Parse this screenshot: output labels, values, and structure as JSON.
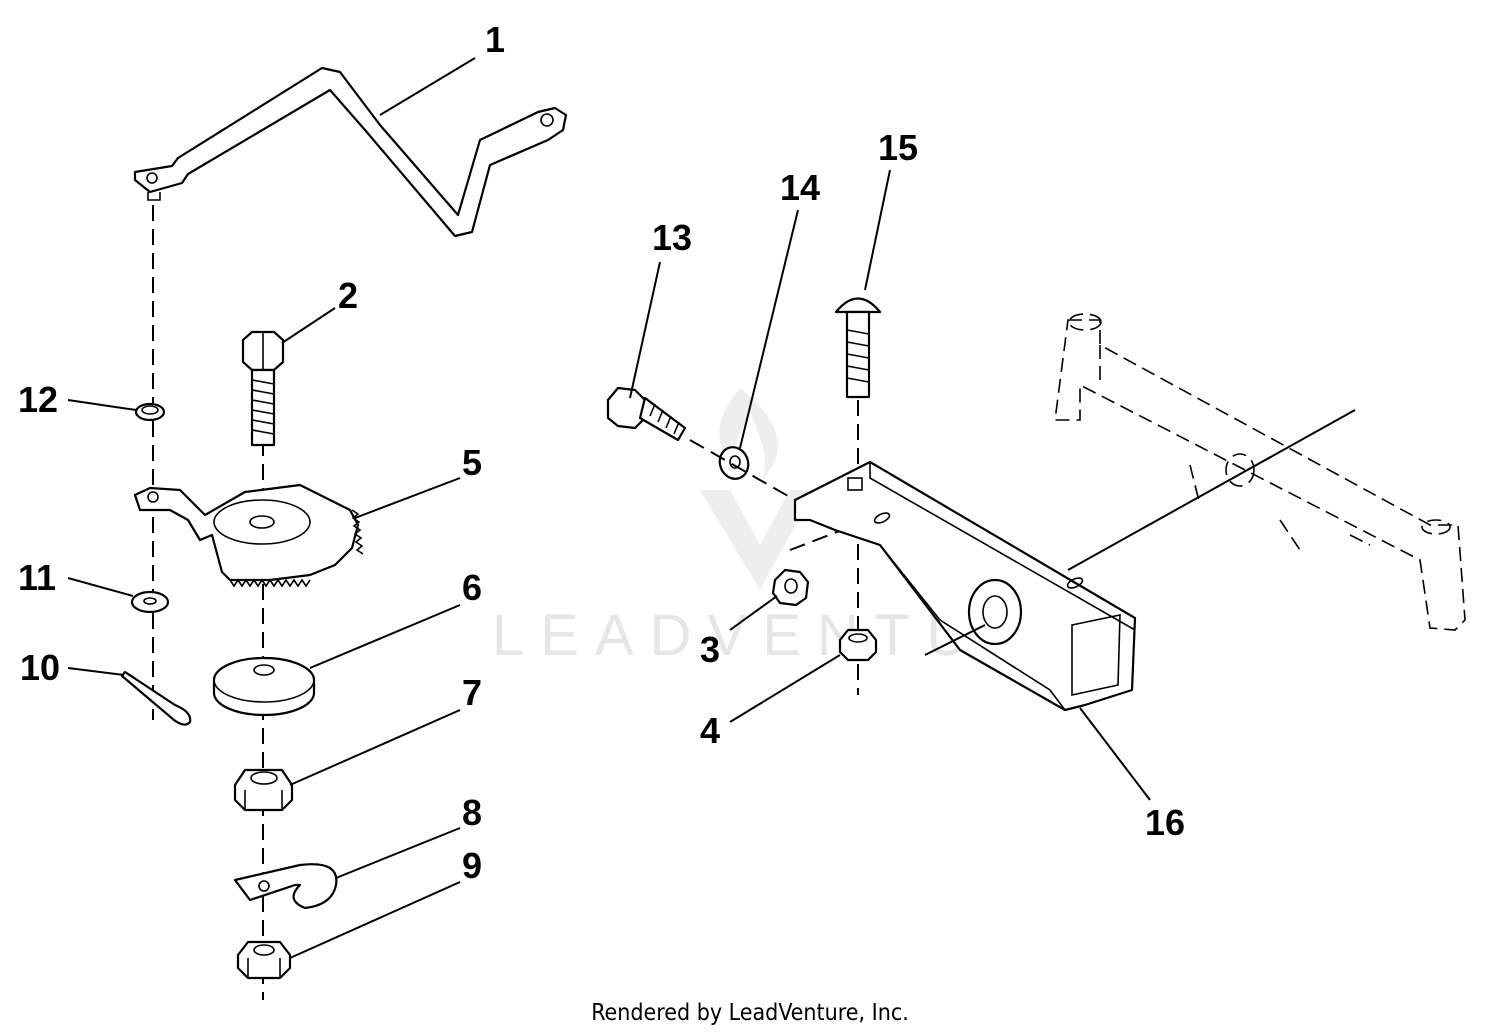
{
  "diagram": {
    "callouts": [
      {
        "id": "1",
        "label": "1"
      },
      {
        "id": "2",
        "label": "2"
      },
      {
        "id": "3",
        "label": "3"
      },
      {
        "id": "4",
        "label": "4"
      },
      {
        "id": "5",
        "label": "5"
      },
      {
        "id": "6",
        "label": "6"
      },
      {
        "id": "7",
        "label": "7"
      },
      {
        "id": "8",
        "label": "8"
      },
      {
        "id": "9",
        "label": "9"
      },
      {
        "id": "10",
        "label": "10"
      },
      {
        "id": "11",
        "label": "11"
      },
      {
        "id": "12",
        "label": "12"
      },
      {
        "id": "13",
        "label": "13"
      },
      {
        "id": "14",
        "label": "14"
      },
      {
        "id": "15",
        "label": "15"
      },
      {
        "id": "16",
        "label": "16"
      }
    ],
    "watermark": "LEADVENTURE",
    "footer": "Rendered by LeadVenture, Inc."
  },
  "colors": {
    "line": "#000000",
    "background": "#ffffff",
    "watermark": "#e6e6e6"
  }
}
